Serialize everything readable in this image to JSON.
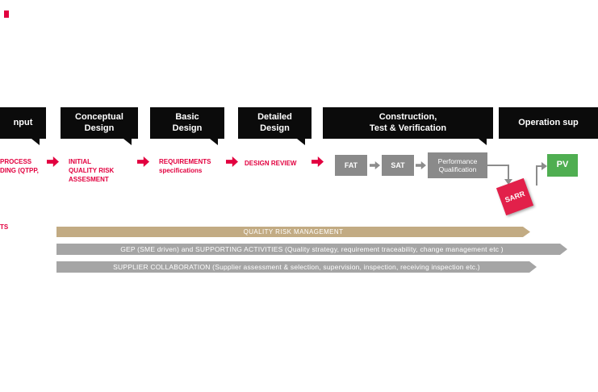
{
  "phases": [
    {
      "label_lines": [
        "nput"
      ]
    },
    {
      "label_lines": [
        "Conceptual",
        "Design"
      ]
    },
    {
      "label_lines": [
        "Basic",
        "Design"
      ]
    },
    {
      "label_lines": [
        "Detailed",
        "Design"
      ]
    },
    {
      "label_lines": [
        "Construction,",
        "Test & Verification"
      ]
    },
    {
      "label_lines": [
        "Operation sup"
      ]
    }
  ],
  "activities": {
    "input": {
      "line1": "PROCESS",
      "line2": "DING (QTPP,"
    },
    "conceptual": {
      "line1": "INITIAL",
      "line2": "QUALITY RISK",
      "line3": "ASSESMENT"
    },
    "basic": {
      "line1": "REQUIREMENTS",
      "line2": "specifications"
    },
    "detailed": {
      "line1": "DESIGN REVIEW"
    },
    "left_fragment": "TS",
    "construction": {
      "fat": "FAT",
      "sat": "SAT",
      "pq_line1": "Performance",
      "pq_line2": "Qualification",
      "sarr": "SARR",
      "pv": "PV"
    }
  },
  "bars": [
    {
      "label": "QUALITY RISK MANAGEMENT"
    },
    {
      "label": "GEP (SME driven) and SUPPORTING ACTIVITIES (Quality strategy, requirement traceability, change management etc )"
    },
    {
      "label": "SUPPLIER COLLABORATION (Supplier assessment & selection, supervision, inspection, receiving inspection etc.)"
    }
  ],
  "colors": {
    "accent_red": "#e2003f",
    "sarr_red": "#e2204a",
    "phase_black": "#0b0b0b",
    "box_gray": "#8a8a8a",
    "pv_green": "#4fae51",
    "qrm_tan": "#c2ab83",
    "bar_gray": "#a5a5a5"
  }
}
